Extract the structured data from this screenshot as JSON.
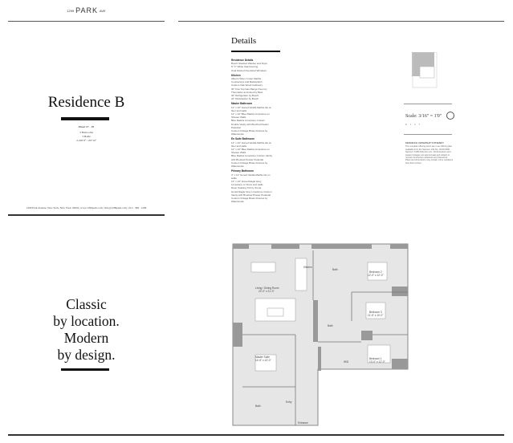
{
  "brand": {
    "pre": "1299",
    "name": "PARK",
    "post": "AVE"
  },
  "residence": {
    "title": "Residence B",
    "floors": "Floor 17 - 19",
    "bedrooms": "3 Bedrooms",
    "baths": "3 Baths",
    "area": "2,228 ft² / 207 m²"
  },
  "footer": "1299 Park Avenue, New York, New York 10029  |  www.1299park.com  |  info@1299park.com  |  212 . 369 . 1299",
  "tagline": [
    "Classic",
    "by location.",
    "Modern",
    "by design."
  ],
  "details": {
    "title": "Details",
    "sections": [
      {
        "heading": "Residence Details",
        "items": [
          "Bosch Stacked Washer and Dryer",
          "5' ½\" White Oak Flooring",
          "Oval Glazed Oversized Windows"
        ]
      },
      {
        "heading": "Kitchen",
        "items": [
          "Alberto Silver Crown Marble Countertops and Backsplash",
          "Custom Oak Wood Cabinetry",
          "30\" Five Top Gas Range Oven by Thermador and Hood by Best",
          "30\" Refrigerator by Bosch",
          "24\" Dishwasher by Bosch"
        ]
      },
      {
        "heading": "Master Bathroom",
        "items": [
          "12\" x 24\" Honed Vanilla Marble tile on floor and walls",
          "12\" x 24\" Blue Radica Limestone on Shower Walls",
          "Blue Radica Limestone Custom Double Vanity with Brushed Pewter Pedestal",
          "Custom Vintage Brass Fixtures by Waterworks"
        ]
      },
      {
        "heading": "En Suite Bathroom",
        "items": [
          "12\" x 24\" Honed Vanilla Marble tile on floor and walls",
          "12\" x 24\" Blue Radica Limestone on Shower Walls",
          "Blue Radica Limestone Custom Vanity with Brushed Pewter Pedestal",
          "Custom Vintage Brass Fixtures by Waterworks"
        ]
      },
      {
        "heading": "Primary Bathroom",
        "items": [
          "4\" x 12\" Honed Vanilla Marble tile on walls",
          "12\" x 24\" Honed Eagle Grey Limestone on floors and walls",
          "Deep Soaking Tub by Zuma",
          "Honed Eagle Grey Limestone Custom Vanity with Brushed Pewter Pedestal",
          "Custom Vintage Brass Fixtures by Waterworks"
        ]
      }
    ]
  },
  "scale": {
    "label": "Scale: 3/16\" = 1'0\"",
    "ticks": [
      "0",
      "1",
      "5",
      "7"
    ]
  },
  "note": {
    "heading": "RESIDENCE OWNERSHIP STATEMENT",
    "text": "The complete offering terms are in an offering plan available from the Sponsor. File No. CD19-0000. Sponsor: 1299 Park Ave LLC. All dimensions and square footages are approximate and subject to normal construction variances and tolerances. Plans and dimensions may contain minor variations from floor to floor."
  },
  "plan": {
    "rooms": [
      "Kitchen",
      "Living / Dining Room",
      "22'-0\" x 21'-0\"",
      "Bath",
      "Bedroom 2",
      "12'-0\" x 12'-0\"",
      "Bedroom 3",
      "11'-6\" x 10'-0\"",
      "Bath",
      "Master Suite",
      "14'-6\" x 13'-0\"",
      "Bedroom 1",
      "13'-0\" x 12'-0\"",
      "Bath",
      "Entry",
      "W/D"
    ],
    "entry": "Entrance"
  }
}
